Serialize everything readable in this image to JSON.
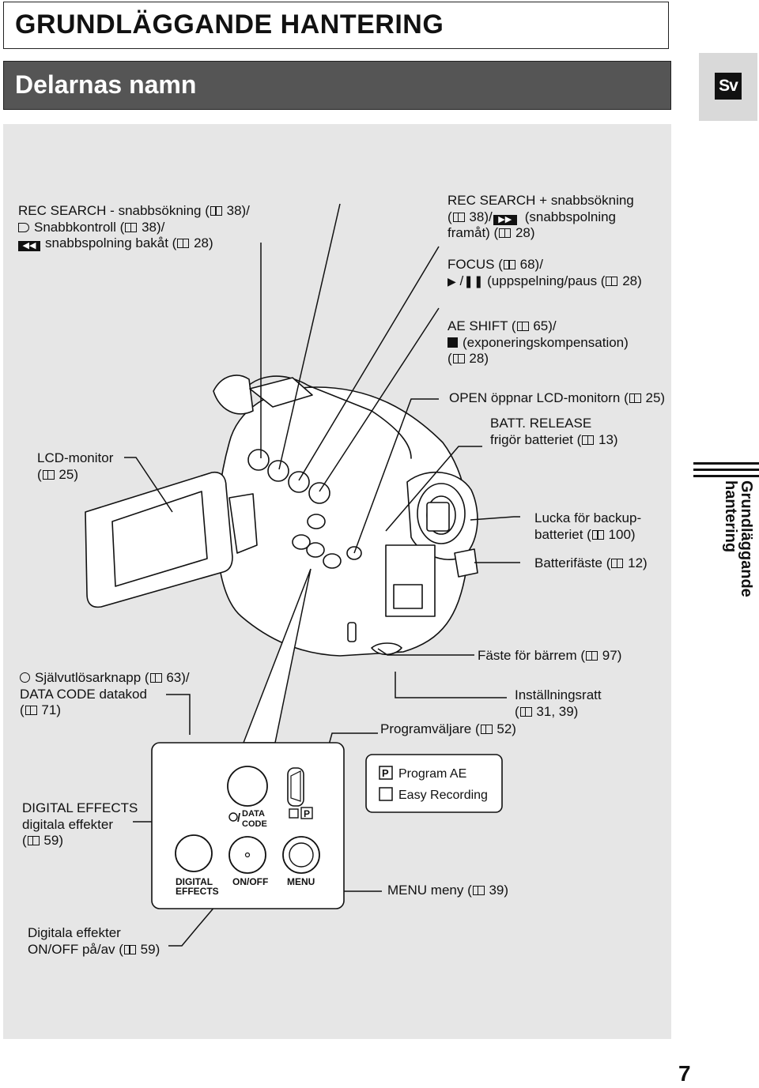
{
  "header": {
    "title": "GRUNDLÄGGANDE HANTERING",
    "section": "Delarnas namn",
    "language_tab": "Sv"
  },
  "side_tab": {
    "line1": "Grundläggande",
    "line2": "hantering"
  },
  "labels": {
    "rec_search_minus": [
      "REC SEARCH - snabbsökning (",
      "38)/",
      "Snabbkontroll (",
      "38)/",
      "snabbspolning bakåt (",
      "28)"
    ],
    "rec_search_plus": [
      "REC SEARCH + snabbsökning",
      "(",
      "38)/",
      "(snabbspolning",
      "framåt) (",
      "28)"
    ],
    "focus": [
      "FOCUS (",
      "68)/",
      "/",
      "(uppspelning/paus (",
      "28)"
    ],
    "ae_shift": [
      "AE SHIFT (",
      "65)/",
      "(exponeringskompensation)",
      "(",
      "28)"
    ],
    "open": [
      "OPEN öppnar LCD-monitorn (",
      "25)"
    ],
    "batt_release": [
      "BATT. RELEASE",
      "frigör batteriet (",
      "13)"
    ],
    "lcd_monitor": [
      "LCD-monitor",
      "(",
      "25)"
    ],
    "backup_cover": [
      "Lucka för backup-",
      "batteriet (",
      "100)"
    ],
    "battery_mount": [
      "Batterifäste (",
      "12)"
    ],
    "strap_mount": [
      "Fäste för bärrem (",
      "97)"
    ],
    "self_timer": [
      "Självutlösarknapp (",
      "63)/",
      "DATA CODE datakod",
      "(",
      "71)"
    ],
    "setting_dial": [
      "Inställningsratt",
      "(",
      "31, 39)"
    ],
    "mode_selector": [
      "Programväljare (",
      "52)"
    ],
    "digital_effects": [
      "DIGITAL EFFECTS",
      "digitala effekter",
      "(",
      "59)"
    ],
    "menu": [
      "MENU meny (",
      "39)"
    ],
    "digital_effects_onoff": [
      "Digitala effekter",
      "ON/OFF på/av (",
      "59)"
    ]
  },
  "detail": {
    "data_code": [
      "DATA",
      "CODE"
    ],
    "digital_effects": [
      "DIGITAL",
      "EFFECTS"
    ],
    "on_off": "ON/OFF",
    "menu": "MENU",
    "mode_p": "P",
    "mode_program_ae": "Program AE",
    "mode_easy_recording": "Easy Recording"
  },
  "page_number": "7",
  "colors": {
    "panel": "#e6e6e6",
    "section_bar": "#555555",
    "lang_tab": "#d9d9d9"
  }
}
